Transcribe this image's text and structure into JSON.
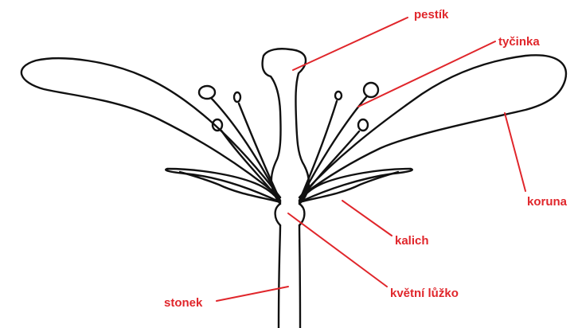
{
  "colors": {
    "label": "#e0262b",
    "outline": "#111111",
    "background": "#ffffff"
  },
  "labels": {
    "pestik": "pestík",
    "tycinka": "tyčinka",
    "koruna": "koruna",
    "kalich": "kalich",
    "kvetni_luzko": "květní lůžko",
    "stonek": "stonek"
  }
}
